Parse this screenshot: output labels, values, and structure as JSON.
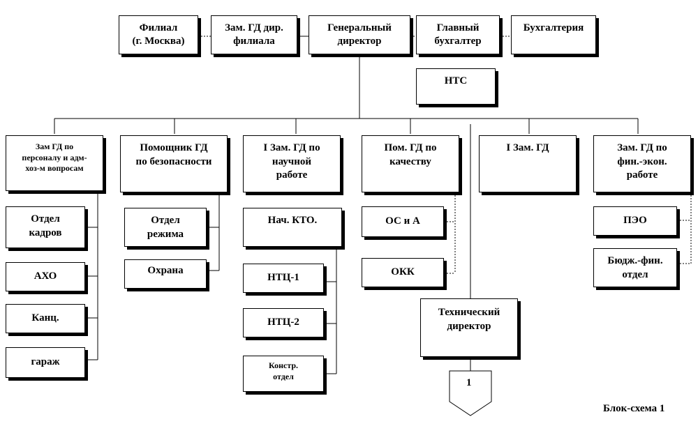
{
  "top_row": {
    "filial": "Филиал\n(г. Москва)",
    "zam_filial": "Зам. ГД дир.\nфилиала",
    "gen_dir": "Генеральный\nдиректор",
    "glav_buh": "Главный\nбухгалтер",
    "buhgalteria": "Бухгалтерия",
    "nts": "НТС"
  },
  "deputies": {
    "personnel": "Зам ГД по\nперсоналу и адм-\nхоз-м вопросам",
    "security": "Помощник ГД\nпо безопасности",
    "science": "I Зам. ГД по\nнаучной\nработе",
    "quality": "Пом. ГД по\nкачеству",
    "first_zam": "I Зам. ГД",
    "finance": "Зам. ГД по\nфин.-экон.\nработе"
  },
  "personnel_units": [
    "Отдел\nкадров",
    "АХО",
    "Канц.",
    "гараж"
  ],
  "security_units": [
    "Отдел\nрежима",
    "Охрана"
  ],
  "science_units": [
    "Нач. КТО.",
    "НТЦ-1",
    "НТЦ-2",
    "Констр.\nотдел"
  ],
  "quality_units": [
    "ОС и А",
    "ОКК"
  ],
  "finance_units": [
    "ПЭО",
    "Бюдж.-фин.\nотдел"
  ],
  "tech_director": "Технический\nдиректор",
  "connector_label": "1",
  "caption": "Блок-схема 1"
}
